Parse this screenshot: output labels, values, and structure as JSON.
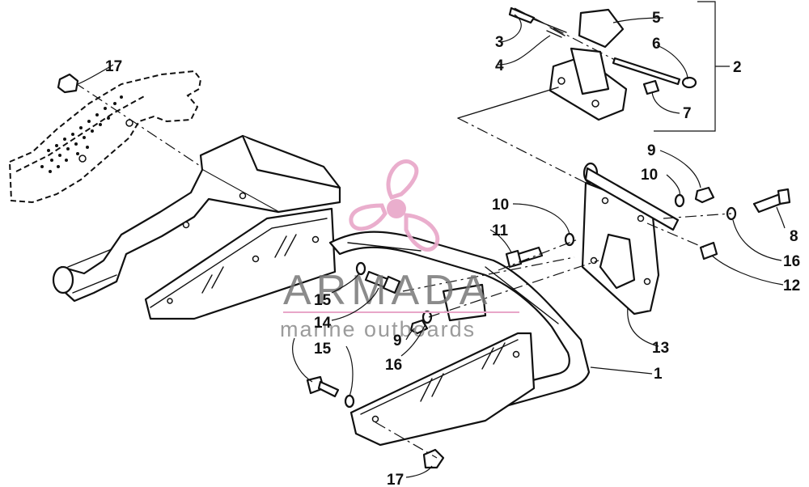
{
  "diagram": {
    "callouts": {
      "c1": "1",
      "c2": "2",
      "c3": "3",
      "c4": "4",
      "c5": "5",
      "c6": "6",
      "c7": "7",
      "c8": "8",
      "c9a": "9",
      "c9b": "9",
      "c10a": "10",
      "c10b": "10",
      "c11": "11",
      "c12": "12",
      "c13": "13",
      "c14": "14",
      "c15a": "15",
      "c15b": "15",
      "c16a": "16",
      "c16b": "16",
      "c17a": "17",
      "c17b": "17"
    }
  },
  "watermark": {
    "brand": "ARMADA",
    "tagline": "marine outboards",
    "logo_color": "#e8a6c8",
    "text_color": "#777777"
  }
}
